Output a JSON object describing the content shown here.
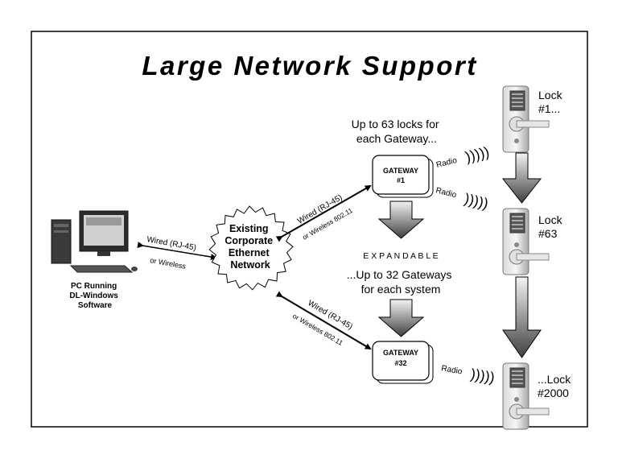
{
  "title": "Large Network Support",
  "pc": {
    "lines": [
      "PC Running",
      "DL-Windows",
      "Software"
    ]
  },
  "network": {
    "lines": [
      "Existing",
      "Corporate",
      "Ethernet",
      "Network"
    ]
  },
  "links": {
    "pc_to_network": {
      "wired": "Wired (RJ-45)",
      "wireless": "or Wireless"
    },
    "network_to_gateway1": {
      "wired": "Wired (RJ-45)",
      "wireless": "or Wireless 802.11"
    },
    "network_to_gateway32": {
      "wired": "Wired (RJ-45)",
      "wireless": "or Wireless 802.11"
    }
  },
  "gateways": [
    {
      "name": "GATEWAY",
      "number": "#1"
    },
    {
      "name": "GATEWAY",
      "number": "#32"
    }
  ],
  "notes": {
    "locks_per_gateway": [
      "Up to 63 locks for",
      "each Gateway..."
    ],
    "expandable": "E X P A N D A B L E",
    "gateways_per_system": [
      "...Up to 32 Gateways",
      "for each system"
    ]
  },
  "radio_label": "Radio",
  "radio_waves": ")))))",
  "locks": [
    {
      "lines": [
        "Lock",
        "#1..."
      ]
    },
    {
      "lines": [
        "Lock",
        "#63"
      ]
    },
    {
      "lines": [
        "...Lock",
        "#2000"
      ]
    }
  ],
  "colors": {
    "border": "#000000",
    "arrow_light": "#f2f2f2",
    "arrow_dark": "#4a4a4a"
  }
}
